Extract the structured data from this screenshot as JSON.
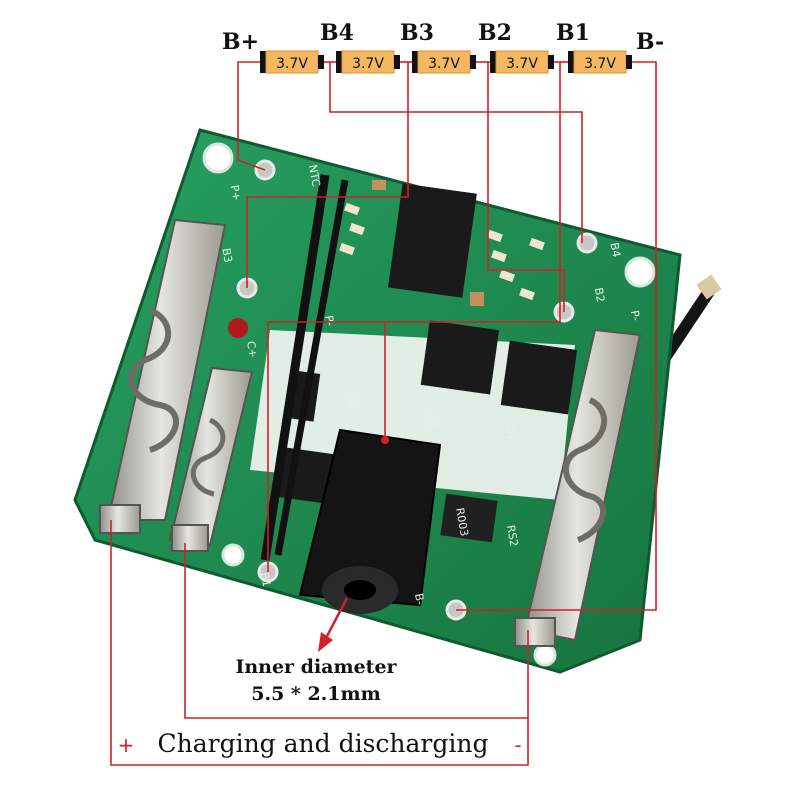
{
  "terminals": {
    "b_plus": "B+",
    "b4": "B4",
    "b3": "B3",
    "b2": "B2",
    "b1": "B1",
    "b_minus": "B-"
  },
  "cells": [
    "3.7V",
    "3.7V",
    "3.7V",
    "3.7V",
    "3.7V"
  ],
  "pcb_silkscreen": {
    "b3": "B3",
    "b4": "B4",
    "b2": "B2",
    "b1": "B1",
    "b_minus": "B-",
    "p_plus": "P+",
    "c_plus": "C+",
    "p_minus": "P-",
    "p_minus_right": "P-",
    "ntc": "NTC",
    "rs2": "RS2",
    "q1": "Q1",
    "q2": "Q2",
    "q3": "Q3",
    "shunt": "R003"
  },
  "dc_jack_note": {
    "line1": "Inner diameter",
    "line2": "5.5 * 2.1mm"
  },
  "bottom_caption": {
    "plus": "+",
    "text": "Charging and discharging",
    "minus": "-"
  },
  "colors": {
    "wire": "#d0202a",
    "cell": "#f4b860",
    "pcb": "#1f8a52",
    "metal": "#b9b9b2"
  }
}
